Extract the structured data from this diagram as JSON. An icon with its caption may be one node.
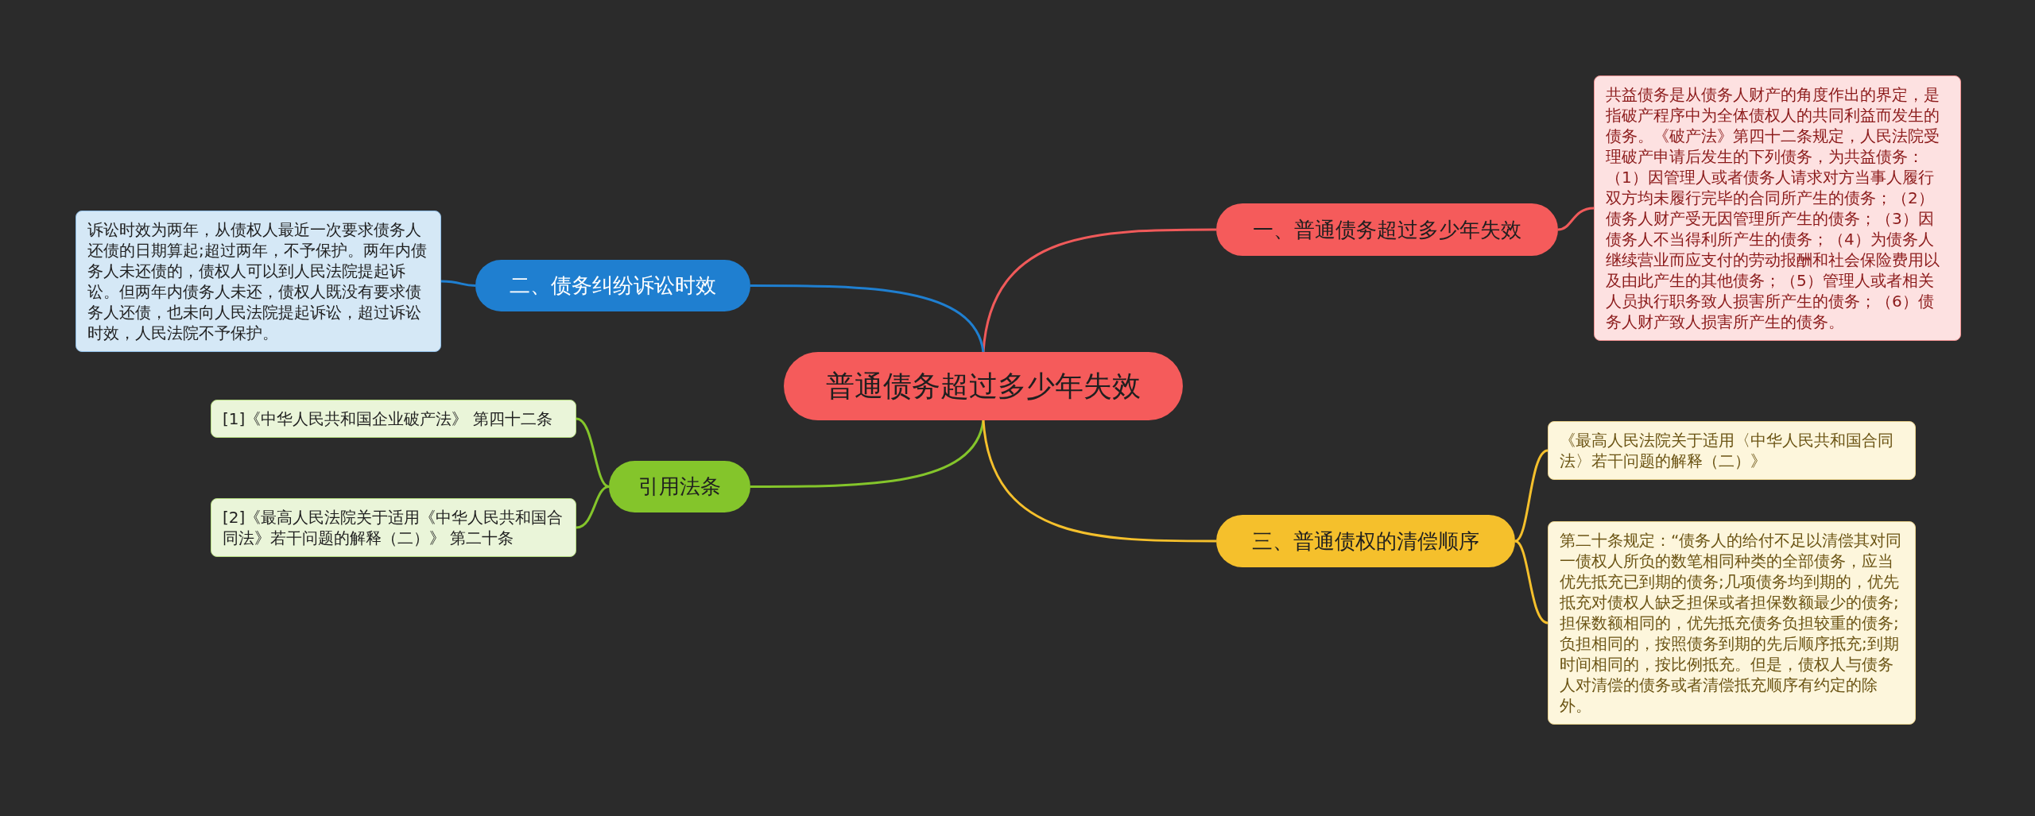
{
  "diagram": {
    "nodes": [
      {
        "text": [
          "普通债务超过多少年失效"
        ]
      },
      {
        "text": [
          "一、普通债务超过多少年失效"
        ]
      },
      {
        "text": [
          "共益债务是从债务人财产的角度作出的界定，是指破产程序中为全体债权人的共同利益而发生的债务。《破产法》第四十二条规定，人民法院受理破产申请后发生的下列债务，为共益债务：（1）因管理人或者债务人请求对方当事人履行双方均未履行完毕的合同所产生的债务；（2）债务人财产受无因管理所产生的债务；（3）因债务人不当得利所产生的债务；（4）为债务人继续营业而应支付的劳动报酬和社会保险费用以及由此产生的其他债务；（5）管理人或者相关人员执行职务致人损害所产生的债务；（6）债务人财产致人损害所产生的债务。"
        ]
      },
      {
        "text": [
          "二、债务纠纷诉讼时效"
        ]
      },
      {
        "text": [
          "诉讼时效为两年，从债权人最近一次要求债务人还债的日期算起;超过两年，不予保护。两年内债务人未还债的，债权人可以到人民法院提起诉讼。但两年内债务人未还，债权人既没有要求债务人还债，也未向人民法院提起诉讼，超过诉讼时效，人民法院不予保护。"
        ]
      },
      {
        "text": [
          "引用法条"
        ]
      },
      {
        "text": [
          "[1]《中华人民共和国企业破产法》 第四十二条"
        ]
      },
      {
        "text": [
          "[2]《最高人民法院关于适用《中华人民共和国合同法》若干问题的解释（二）》 第二十条"
        ]
      },
      {
        "text": [
          "三、普通债权的清偿顺序"
        ]
      },
      {
        "text": [
          "《最高人民法院关于适用〈中华人民共和国合同法〉若干问题的解释（二）》"
        ]
      },
      {
        "text": [
          "第二十条规定：“债务人的给付不足以清偿其对同一债权人所负的数笔相同种类的全部债务，应当优先抵充已到期的债务;几项债务均到期的，优先抵充对债权人缺乏担保或者担保数额最少的债务;担保数额相同的，优先抵充债务负担较重的债务;负担相同的，按照债务到期的先后顺序抵充;到期时间相同的，按比例抵充。但是，债权人与债务人对清偿的债务或者清偿抵充顺序有约定的除外。"
        ]
      }
    ],
    "edges": [
      {
        "from": 0,
        "to": 1,
        "arrow": "none",
        "color": "#f05a5a"
      },
      {
        "from": 1,
        "to": 2,
        "arrow": "none",
        "color": "#f05a5a"
      },
      {
        "from": 0,
        "to": 3,
        "arrow": "none",
        "color": "#1f7fd0"
      },
      {
        "from": 3,
        "to": 4,
        "arrow": "none",
        "color": "#1f7fd0"
      },
      {
        "from": 0,
        "to": 5,
        "arrow": "none",
        "color": "#84c52b"
      },
      {
        "from": 5,
        "to": 6,
        "arrow": "none",
        "color": "#84c52b"
      },
      {
        "from": 5,
        "to": 7,
        "arrow": "none",
        "color": "#84c52b"
      },
      {
        "from": 0,
        "to": 8,
        "arrow": "none",
        "color": "#f5c02c"
      },
      {
        "from": 8,
        "to": 9,
        "arrow": "none",
        "color": "#f5c02c"
      },
      {
        "from": 8,
        "to": 10,
        "arrow": "none",
        "color": "#f5c02c"
      }
    ]
  }
}
